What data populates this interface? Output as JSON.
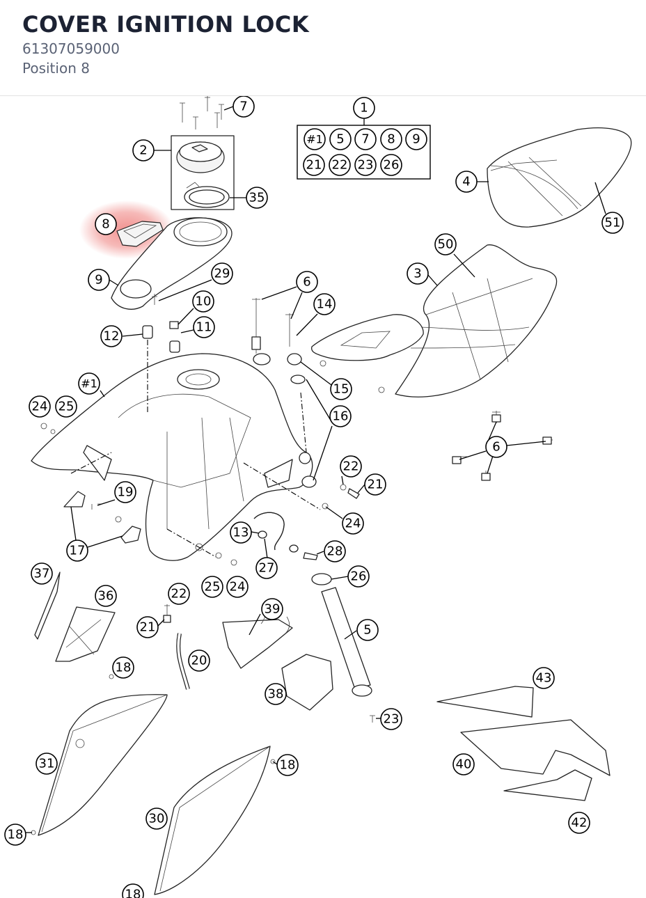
{
  "header": {
    "title": "COVER IGNITION LOCK",
    "part_number": "61307059000",
    "position": "Position 8"
  },
  "highlight": {
    "position_label": "8",
    "color": "#e53935"
  },
  "kit_box": {
    "kit_label": "1",
    "row1": [
      "#1",
      "5",
      "7",
      "8",
      "9"
    ],
    "row2": [
      "21",
      "22",
      "23",
      "26"
    ]
  },
  "labels": {
    "l7": "7",
    "l2": "2",
    "l35": "35",
    "l8": "8",
    "l9": "9",
    "l29": "29",
    "l4": "4",
    "l51": "51",
    "l50": "50",
    "l3": "3",
    "l6a": "6",
    "l14": "14",
    "l10": "10",
    "l11": "11",
    "l12": "12",
    "l15": "15",
    "l16": "16",
    "l1b": "#1",
    "l24a": "24",
    "l25a": "25",
    "l6b": "6",
    "l22a": "22",
    "l21a": "21",
    "l24b": "24",
    "l19": "19",
    "l17": "17",
    "l13": "13",
    "l27": "27",
    "l28": "28",
    "l25b": "25",
    "l24c": "24",
    "l26": "26",
    "l37": "37",
    "l36": "36",
    "l22b": "22",
    "l21b": "21",
    "l39": "39",
    "l5": "5",
    "l20": "20",
    "l18a": "18",
    "l38": "38",
    "l23": "23",
    "l43": "43",
    "l40": "40",
    "l31": "31",
    "l18b": "18",
    "l18c": "18",
    "l30": "30",
    "l42": "42",
    "l18d": "18"
  }
}
